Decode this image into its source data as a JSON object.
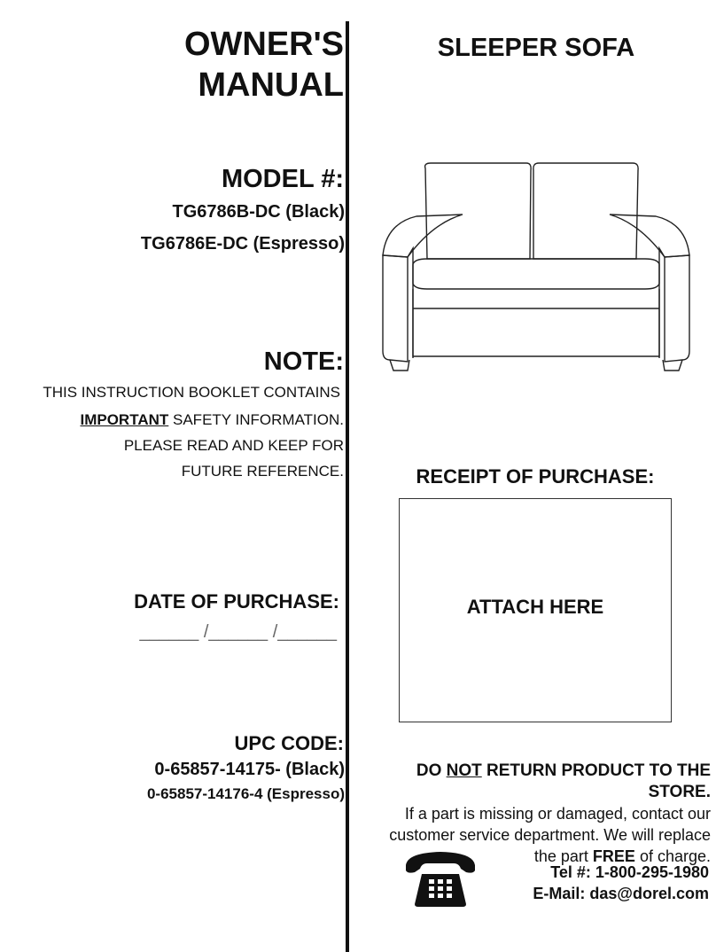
{
  "manual": {
    "title_line1": "OWNER'S",
    "title_line2": "MANUAL",
    "product": "SLEEPER SOFA"
  },
  "model": {
    "label": "MODEL #:",
    "black": "TG6786B-DC (Black)",
    "espresso": "TG6786E-DC (Espresso)"
  },
  "note": {
    "label": "NOTE:",
    "line1": "THIS INSTRUCTION BOOKLET CONTAINS",
    "line2_emph": "IMPORTANT",
    "line2_rest": " SAFETY INFORMATION.",
    "line3": "PLEASE READ AND KEEP FOR",
    "line4": "FUTURE REFERENCE."
  },
  "receipt": {
    "label": "RECEIPT OF PURCHASE:",
    "attach": "ATTACH HERE"
  },
  "date": {
    "label": "DATE OF PURCHASE:",
    "blanks": "______ /______ /______"
  },
  "upc": {
    "label": "UPC CODE:",
    "black": "0-65857-14175- (Black)",
    "espresso": "0-65857-14176-4 (Espresso)"
  },
  "returns": {
    "pre": "DO ",
    "not": "NOT",
    "post": " RETURN PRODUCT TO THE STORE.",
    "help_pre": "If a part is missing or damaged, contact our customer service department. We will replace the part ",
    "help_free": "FREE",
    "help_post": " of charge."
  },
  "contact": {
    "tel": "Tel #: 1-800-295-1980",
    "email": "E-Mail: das@dorel.com"
  },
  "icons": {
    "sofa": "sofa-illustration",
    "phone": "telephone-icon"
  }
}
